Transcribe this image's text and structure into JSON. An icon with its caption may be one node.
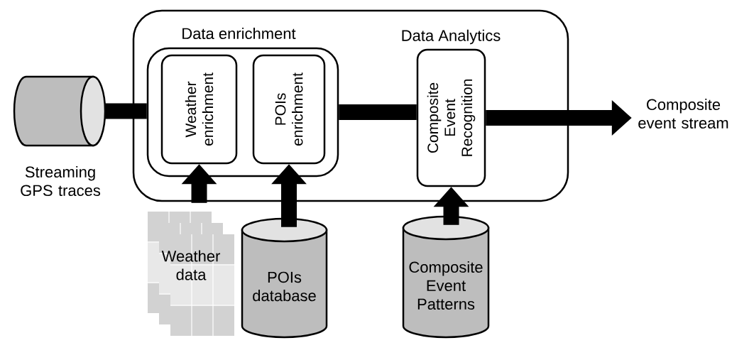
{
  "diagram": {
    "nodes": [
      {
        "text": [
          "Data Analytics"
        ]
      },
      {
        "text": [
          "Data enrichment"
        ],
        "in": 0
      },
      {
        "text": [
          "Weather enrichment"
        ],
        "in": 1
      },
      {
        "text": [
          "POIs enrichment"
        ],
        "in": 1
      },
      {
        "text": [
          "Composite Event Recognition"
        ],
        "in": 0
      },
      {
        "text": [],
        "shape": "cylinder",
        "beside": [
          "Streaming GPS traces"
        ]
      },
      {
        "text": [
          "Weather data"
        ]
      },
      {
        "text": [
          "POIs database"
        ]
      },
      {
        "text": [
          "Composite Event Patterns"
        ]
      },
      {
        "text": [
          "Composite event stream"
        ]
      }
    ],
    "edges": [
      {
        "from": 5,
        "to": 1,
        "arrow": "none"
      },
      {
        "from": 1,
        "to": 4,
        "arrow": "none"
      },
      {
        "from": 4,
        "to": 9,
        "arrow": "to"
      },
      {
        "from": 6,
        "to": 2,
        "arrow": "to"
      },
      {
        "from": 7,
        "to": 3,
        "arrow": "to"
      },
      {
        "from": 8,
        "to": 4,
        "arrow": "to"
      }
    ]
  }
}
